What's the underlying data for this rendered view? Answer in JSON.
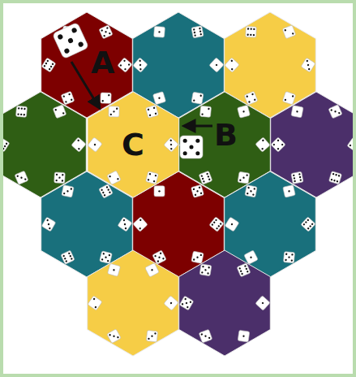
{
  "diagram": {
    "nodes": [
      {
        "text": [
          "C"
        ]
      }
    ],
    "labels": [
      "A",
      "B"
    ]
  }
}
